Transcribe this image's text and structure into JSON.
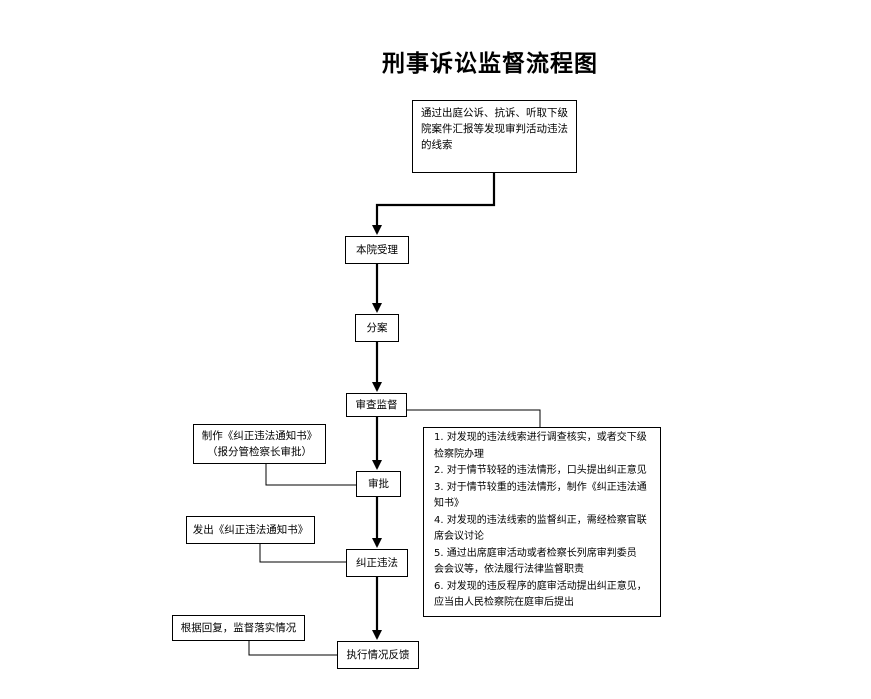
{
  "title": "刑事诉讼监督流程图",
  "nodes": {
    "clue_lines": [
      "通过出庭公诉、抗诉、听取下级",
      "院案件汇报等发现审判活动违法",
      "的线索"
    ],
    "accept": "本院受理",
    "divide": "分案",
    "review": "审查监督",
    "approve": "审批",
    "correct": "纠正违法",
    "feedback": "执行情况反馈"
  },
  "side_notes": {
    "make_line1": "制作《纠正违法通知书》",
    "make_line2": "（报分管检察长审批）",
    "issue": "发出《纠正违法通知书》",
    "reply": "根据回复，监督落实情况"
  },
  "review_details": [
    "1. 对发现的违法线索进行调查核实，或者交下级",
    "检察院办理",
    "2. 对于情节较轻的违法情形，口头提出纠正意见",
    "3. 对于情节较重的违法情形，制作《纠正违法通",
    "知书》",
    "4. 对发现的违法线索的监督纠正，需经检察官联",
    "席会议讨论",
    "5. 通过出席庭审活动或者检察长列席审判委员",
    "会会议等，依法履行法律监督职责",
    "6. 对发现的违反程序的庭审活动提出纠正意见，",
    "应当由人民检察院在庭审后提出"
  ]
}
